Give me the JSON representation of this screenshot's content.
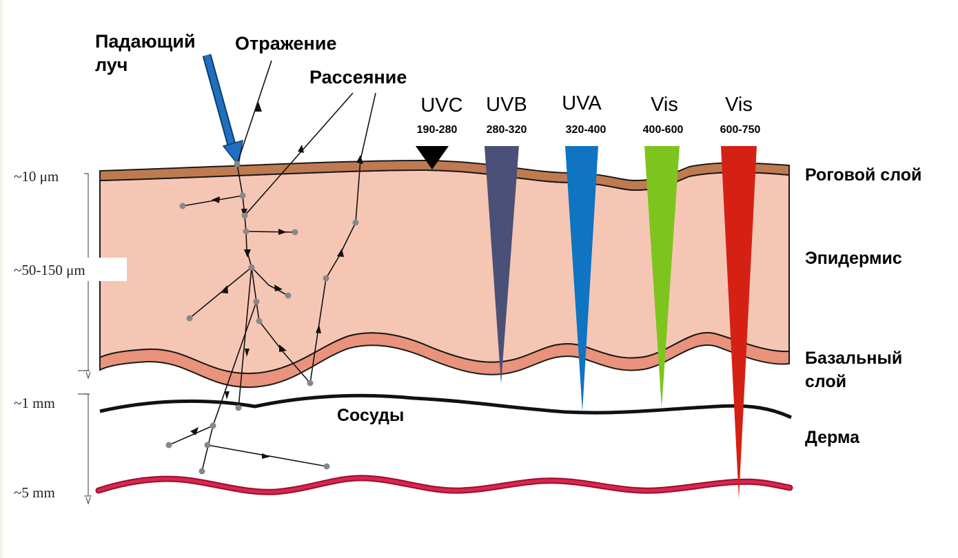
{
  "labels": {
    "incident_line1": "Падающий",
    "incident_line2": "луч",
    "reflection": "Отражение",
    "scattering": "Рассеяние",
    "vessels": "Сосуды"
  },
  "bands": [
    {
      "name": "UVC",
      "range": "190-280",
      "color": "#000000"
    },
    {
      "name": "UVB",
      "range": "280-320",
      "color": "#4a5077"
    },
    {
      "name": "UVA",
      "range": "320-400",
      "color": "#0f74c2"
    },
    {
      "name": "Vis",
      "range": "400-600",
      "color": "#7dc51e"
    },
    {
      "name": "Vis",
      "range": "600-750",
      "color": "#d52114"
    }
  ],
  "layers": {
    "stratum_corneum": "Роговой слой",
    "epidermis": "Эпидермис",
    "basal_line1": "Базальный",
    "basal_line2": "слой",
    "dermis": "Дерма"
  },
  "depths": {
    "d1": "~10 μm",
    "d2": "~50-150 μm",
    "d3": "~1 mm",
    "d4": "~5 mm"
  },
  "colors": {
    "corneum": "#c07a50",
    "epidermis": "#f6c6b4",
    "basal": "#e9937c",
    "vessel_line": "#111111",
    "deep_vessel": "#d8254f",
    "incident_arrow": "#1f6fc0"
  }
}
